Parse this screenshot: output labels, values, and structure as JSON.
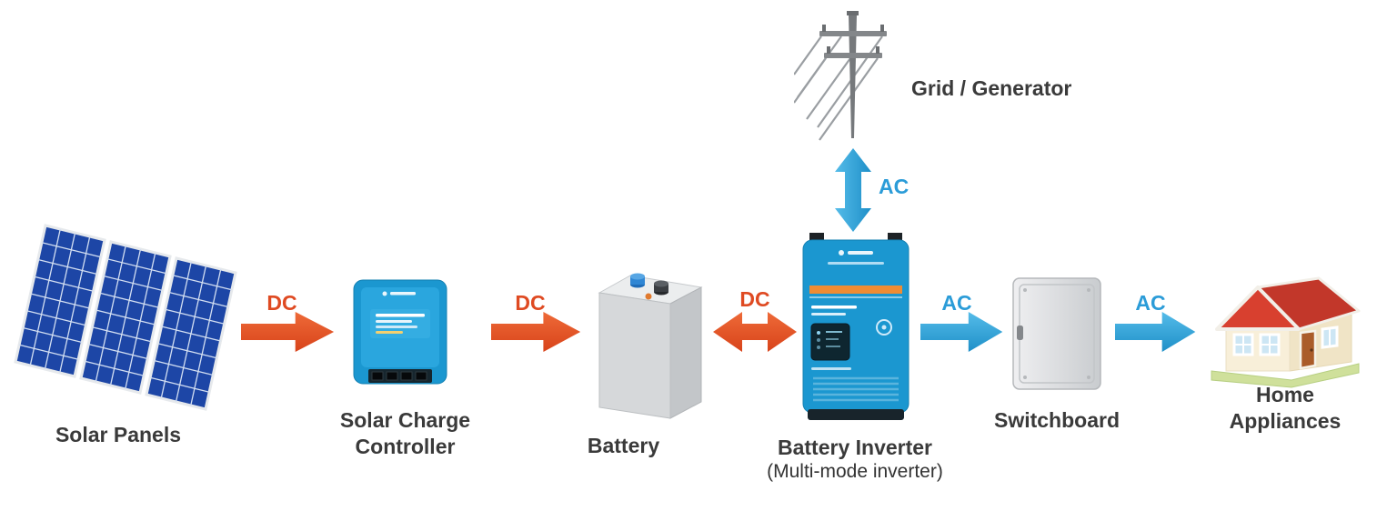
{
  "nodes": {
    "solar_panels": {
      "label": "Solar Panels",
      "icon": "solar-panels-icon"
    },
    "charge_controller": {
      "label": "Solar Charge Controller",
      "icon": "solar-charge-controller-icon"
    },
    "battery": {
      "label": "Battery",
      "icon": "battery-icon"
    },
    "inverter": {
      "label": "Battery Inverter",
      "sublabel": "(Multi-mode inverter)",
      "icon": "battery-inverter-icon"
    },
    "grid": {
      "label": "Grid / Generator",
      "icon": "power-pole-icon"
    },
    "switchboard": {
      "label": "Switchboard",
      "icon": "switchboard-icon"
    },
    "home": {
      "label": "Home Appliances",
      "icon": "house-icon"
    }
  },
  "edges": {
    "pv_to_controller": {
      "label": "DC",
      "type": "dc",
      "direction": "right"
    },
    "controller_to_battery": {
      "label": "DC",
      "type": "dc",
      "direction": "right"
    },
    "battery_to_inverter": {
      "label": "DC",
      "type": "dc",
      "direction": "both"
    },
    "inverter_to_grid": {
      "label": "AC",
      "type": "ac",
      "direction": "both"
    },
    "inverter_to_switchboard": {
      "label": "AC",
      "type": "ac",
      "direction": "right"
    },
    "switchboard_to_home": {
      "label": "AC",
      "type": "ac",
      "direction": "right"
    }
  },
  "colors": {
    "dc_arrow": "#e2491f",
    "ac_arrow": "#2b9cd8",
    "label_text": "#3a3a3a",
    "victron_blue": "#1b97d0",
    "panel_blue": "#1d46a6"
  }
}
